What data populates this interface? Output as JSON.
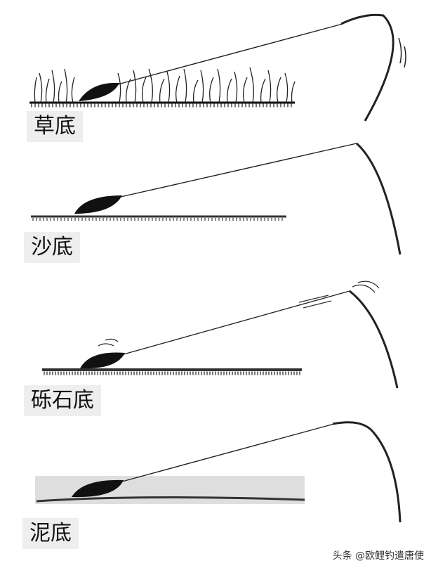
{
  "panels": [
    {
      "label": "草底"
    },
    {
      "label": "沙底"
    },
    {
      "label": "砾石底"
    },
    {
      "label": "泥底"
    }
  ],
  "watermark": "头条 @欧鲤钓遣唐使"
}
